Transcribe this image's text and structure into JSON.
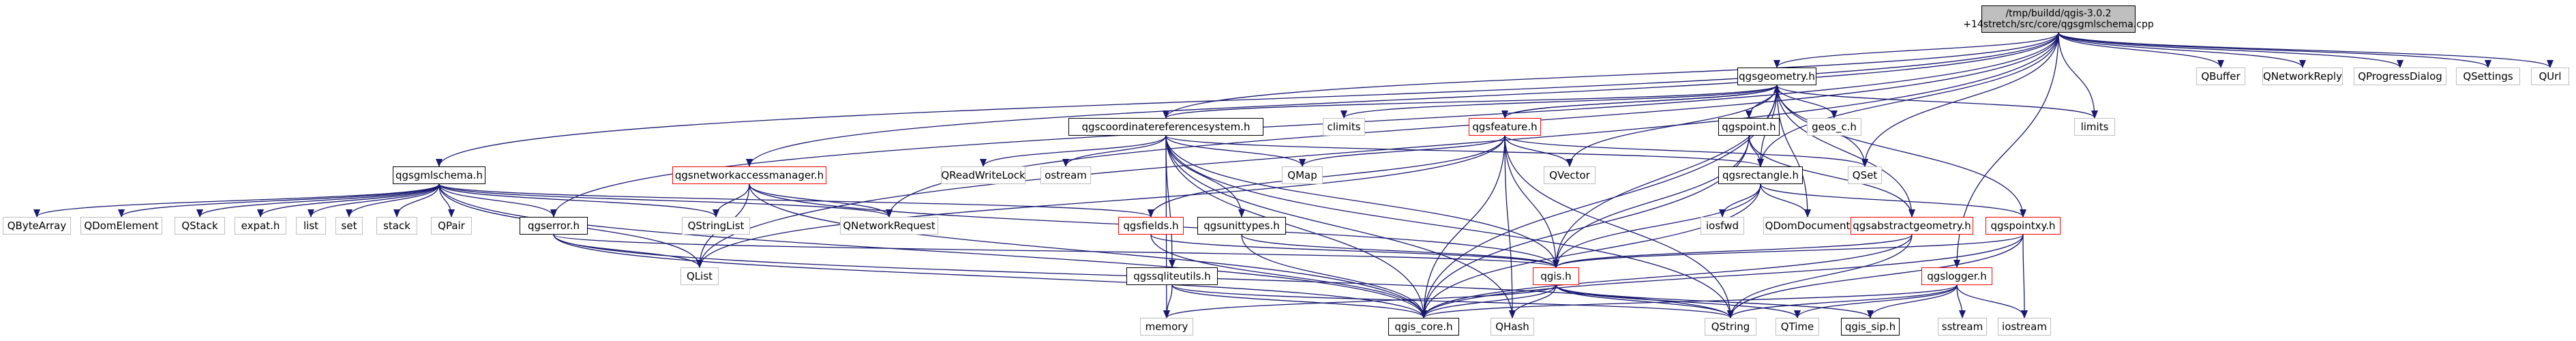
{
  "root": {
    "line1": "/tmp/buildd/qgis-3.0.2",
    "line2": "+14stretch/src/core/qgsgmlschema.cpp"
  },
  "nodes": {
    "qgsgeometry_h": "qgsgeometry.h",
    "qgscoordinatereferencesystem_h": "qgscoordinatereferencesystem.h",
    "climits": "climits",
    "qgsfeature_h": "qgsfeature.h",
    "qgspoint_h": "qgspoint.h",
    "geos_c_h": "geos_c.h",
    "limits": "limits",
    "qbuffer": "QBuffer",
    "qnetworkreply": "QNetworkReply",
    "qprogressdialog": "QProgressDialog",
    "qsettings": "QSettings",
    "qurl": "QUrl",
    "qgsgmlschema_h": "qgsgmlschema.h",
    "qgsnetworkaccessmanager_h": "qgsnetworkaccessmanager.h",
    "qreadwritelock": "QReadWriteLock",
    "ostream": "ostream",
    "qmap": "QMap",
    "qvector": "QVector",
    "qset": "QSet",
    "qgsrectangle_h": "qgsrectangle.h",
    "qbytearray": "QByteArray",
    "qdomelement": "QDomElement",
    "qstack": "QStack",
    "expat_h": "expat.h",
    "list": "list",
    "set": "set",
    "stack": "stack",
    "qpair": "QPair",
    "qgserror_h": "qgserror.h",
    "qstringlist": "QStringList",
    "qnetworkrequest": "QNetworkRequest",
    "qgsfields_h": "qgsfields.h",
    "qgsunittypes_h": "qgsunittypes.h",
    "iosfwd": "iosfwd",
    "qdomdocument": "QDomDocument",
    "qgsabstractgeometry_h": "qgsabstractgeometry.h",
    "qgspointxy_h": "qgspointxy.h",
    "qlist": "QList",
    "qgssqliteutils_h": "qgssqliteutils.h",
    "qgis_h": "qgis.h",
    "qgslogger_h": "qgslogger.h",
    "memory": "memory",
    "qgis_core_h": "qgis_core.h",
    "qhash": "QHash",
    "qstring": "QString",
    "qtime": "QTime",
    "qgis_sip_h": "qgis_sip.h",
    "sstream": "sstream",
    "iostream": "iostream"
  },
  "colors": {
    "edge": "#191970",
    "edge_alt": "#9a32cd",
    "linked_border": "#000000",
    "truncated_border": "#ff0000",
    "external_border": "#bfbfbf",
    "root_fill": "#bfbfbf"
  }
}
